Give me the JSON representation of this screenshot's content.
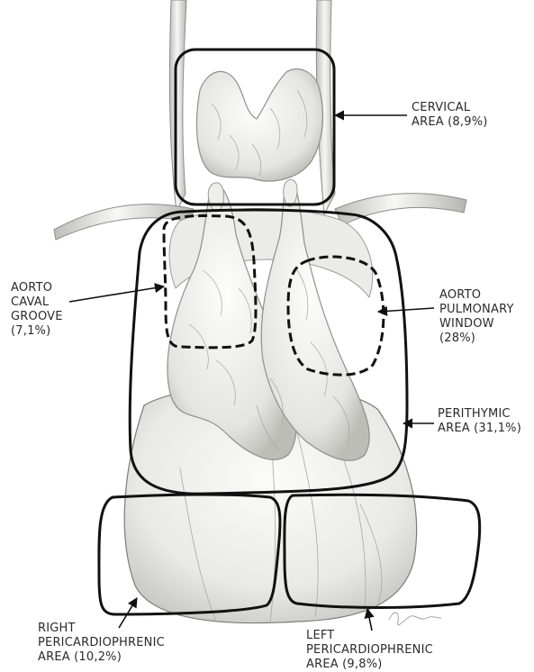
{
  "labels": {
    "cervical": [
      "CERVICAL",
      "AREA (8,9%)"
    ],
    "aorto_caval": [
      "AORTO",
      "CAVAL",
      "GROOVE",
      "(7,1%)"
    ],
    "aorto_pulmonary": [
      "AORTO",
      "PULMONARY",
      "WINDOW",
      "(28%)"
    ],
    "perithymic": [
      "PERITHYMIC",
      "AREA (31,1%)"
    ],
    "right_pericardiophrenic": [
      "RIGHT",
      "PERICARDIOPHRENIC",
      "AREA (10,2%)"
    ],
    "left_pericardiophrenic": [
      "LEFT",
      "PERICARDIOPHRENIC",
      "AREA (9,8%)"
    ]
  },
  "colors": {
    "outline": "#111111",
    "tissue": "#f4f4f2",
    "shading": "#8a8a88",
    "text": "#2a2a2a"
  }
}
